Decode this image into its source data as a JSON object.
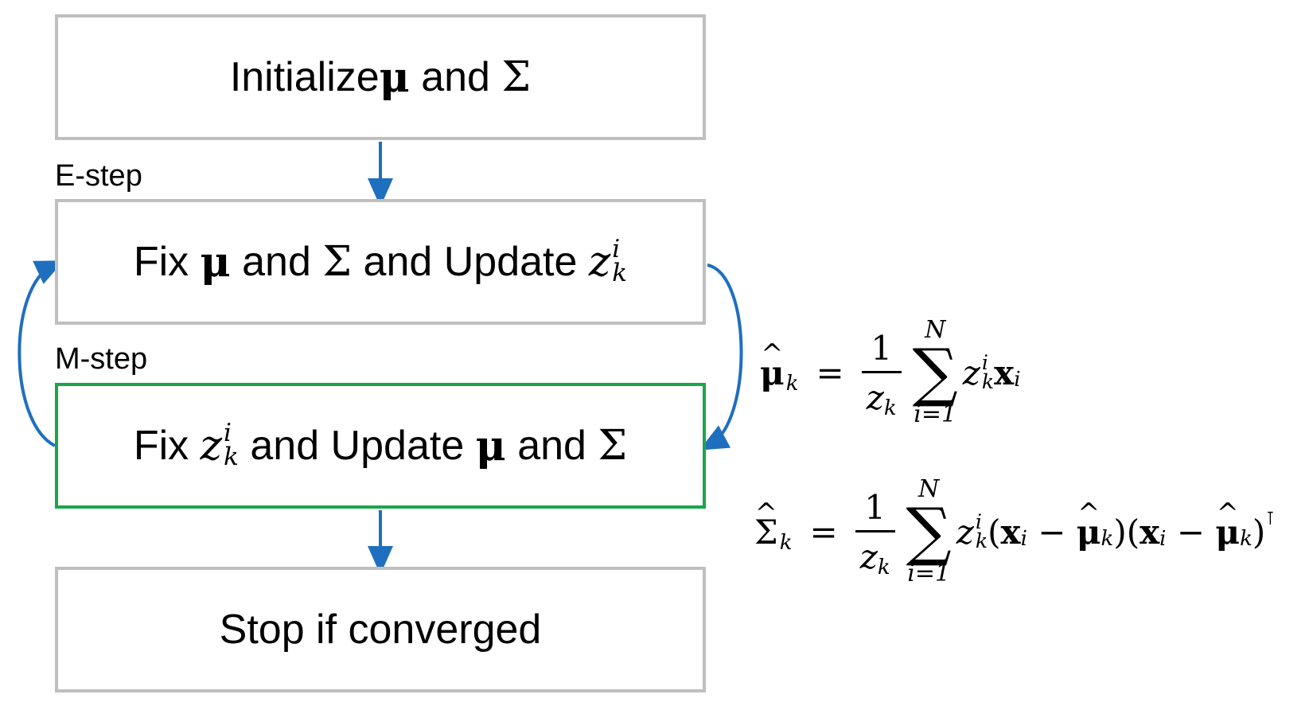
{
  "boxes": {
    "init": {
      "prefix": "Initialize ",
      "mu": "μ",
      "mid": " and ",
      "sigma": "Σ"
    },
    "estep": {
      "prefix": "Fix ",
      "mu": "μ",
      "mid1": " and ",
      "sigma": "Σ",
      "mid2": " and Update ",
      "z": "z",
      "sup": "i",
      "sub": "k"
    },
    "mstep": {
      "prefix": "Fix ",
      "z": "z",
      "sup": "i",
      "sub": "k",
      "mid1": " and Update ",
      "mu": "μ",
      "mid2": " and ",
      "sigma": "Σ"
    },
    "stop": {
      "text": "Stop if converged"
    }
  },
  "labels": {
    "estep": "E-step",
    "mstep": "M-step"
  },
  "equations": {
    "mu": {
      "lhs": "μ",
      "hat": "^",
      "lhs_sub": "k",
      "eq": "=",
      "num": "1",
      "den": "z",
      "den_sub": "k",
      "sum_top": "N",
      "sum_sym": "∑",
      "sum_bot": "i=1",
      "z": "z",
      "z_sup": "i",
      "z_sub": "k",
      "x": "x",
      "x_sub": "i"
    },
    "sigma": {
      "lhs": "Σ",
      "hat": "^",
      "lhs_sub": "k",
      "eq": "=",
      "num": "1",
      "den": "z",
      "den_sub": "k",
      "sum_top": "N",
      "sum_sym": "∑",
      "sum_bot": "i=1",
      "z": "z",
      "z_sup": "i",
      "z_sub": "k",
      "p1_open": "(",
      "x": "x",
      "x_sub": "i",
      "minus": " − ",
      "mu": "μ",
      "mu_hat": "^",
      "mu_sub": "k",
      "p1_close": ")",
      "p2_open": "(",
      "x2": "x",
      "x2_sub": "i",
      "minus2": " − ",
      "mu2": "μ",
      "mu2_hat": "^",
      "mu2_sub": "k",
      "p2_close": ")",
      "transpose": "⊺"
    }
  },
  "colors": {
    "box_border": "#bfbfbf",
    "mstep_border": "#1aa64a",
    "arrow": "#1f6fbf"
  }
}
